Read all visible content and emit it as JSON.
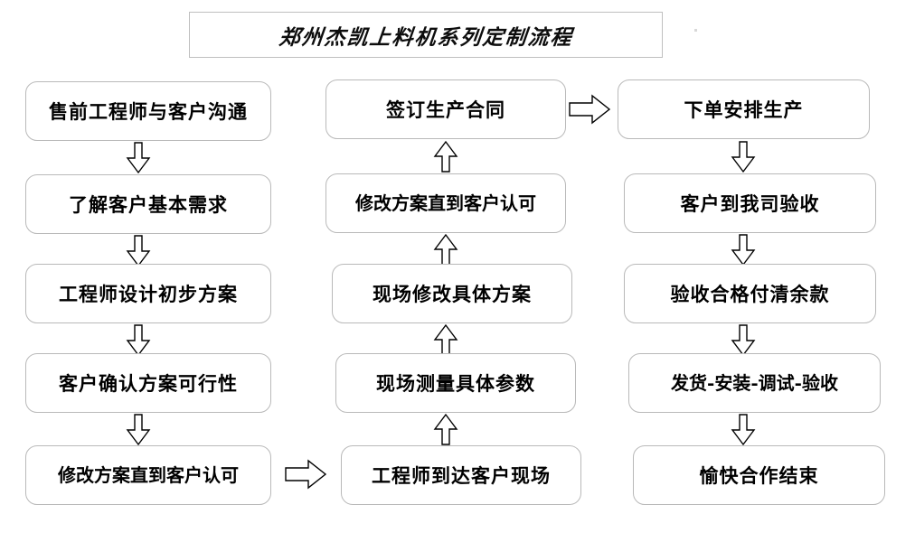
{
  "document": {
    "background_color": "#ffffff",
    "type": "flowchart",
    "title": "郑州杰凯上料机系列定制流程"
  },
  "title_banner": {
    "text": "郑州杰凯上料机系列定制流程",
    "border_color": "#bfbfbf"
  },
  "columns": [
    {
      "id": "column-1",
      "flow_direction": "down",
      "nodes": [
        {
          "id": "c1n1",
          "label": "售前工程师与客户沟通"
        },
        {
          "id": "c1n2",
          "label": "了解客户基本需求"
        },
        {
          "id": "c1n3",
          "label": "工程师设计初步方案"
        },
        {
          "id": "c1n4",
          "label": "客户确认方案可行性"
        },
        {
          "id": "c1n5",
          "label": "修改方案直到客户认可"
        }
      ]
    },
    {
      "id": "column-2",
      "flow_direction": "up",
      "nodes": [
        {
          "id": "c2n1",
          "label": "签订生产合同"
        },
        {
          "id": "c2n2",
          "label": "修改方案直到客户认可"
        },
        {
          "id": "c2n3",
          "label": "现场修改具体方案"
        },
        {
          "id": "c2n4",
          "label": "现场测量具体参数"
        },
        {
          "id": "c2n5",
          "label": "工程师到达客户现场"
        }
      ]
    },
    {
      "id": "column-3",
      "flow_direction": "down",
      "nodes": [
        {
          "id": "c3n1",
          "label": "下单安排生产"
        },
        {
          "id": "c3n2",
          "label": "客户到我司验收"
        },
        {
          "id": "c3n3",
          "label": "验收合格付清余款"
        },
        {
          "id": "c3n4",
          "label": "发货-安装-调试-验收"
        },
        {
          "id": "c3n5",
          "label": "愉快合作结束"
        }
      ]
    }
  ],
  "connectors": {
    "vertical_down_column_1": 4,
    "vertical_up_column_2": 4,
    "vertical_down_column_3": 4,
    "horizontal_right": [
      {
        "from": "c1n5",
        "to": "c2n5"
      },
      {
        "from": "c2n1",
        "to": "c3n1"
      }
    ]
  },
  "style": {
    "node_border_color": "#b9b9b9",
    "node_fill": "#ffffff",
    "arrow_stroke": "#000000",
    "arrow_fill": "#ffffff",
    "text_color": "#000000"
  }
}
